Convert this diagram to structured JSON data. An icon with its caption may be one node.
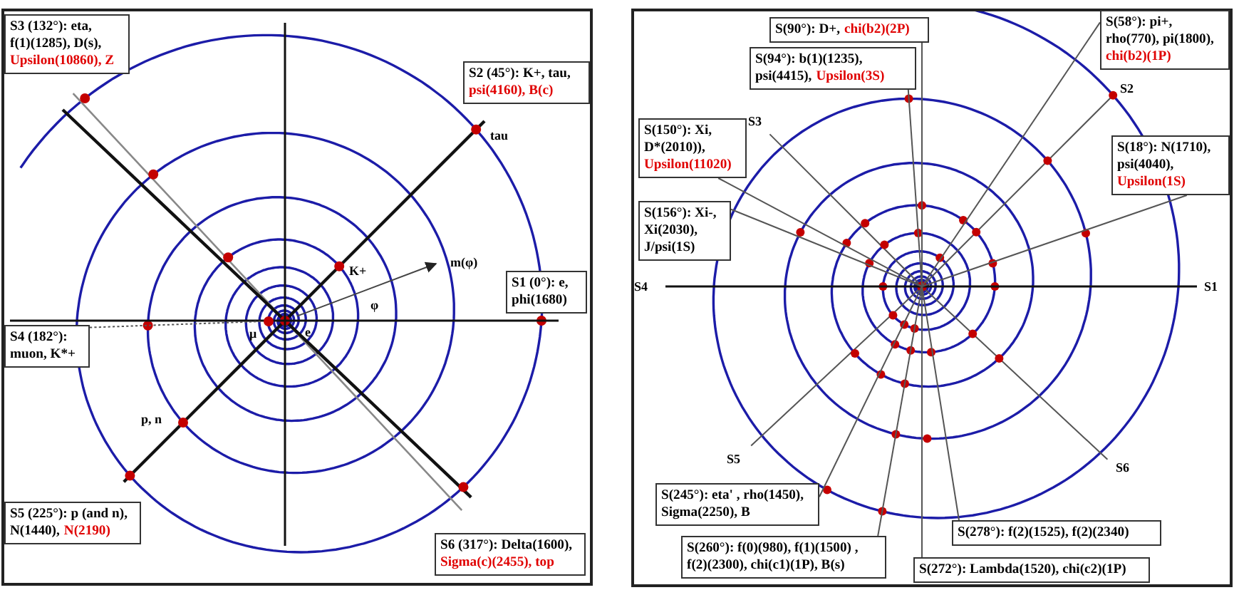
{
  "diagram": {
    "nodes": [
      {
        "text": [
          "S3 (132°): eta, f(1)(1285), D(s),",
          "Upsilon(10860), Z"
        ]
      },
      {
        "text": [
          "S2 (45°): K+, tau,",
          "psi(4160), B(c)"
        ]
      },
      {
        "text": [
          "S1 (0°): e, phi(1680)"
        ]
      },
      {
        "text": [
          "S4 (182°): muon, K*+"
        ]
      },
      {
        "text": [
          "S5 (225°): p (and n),",
          "N(1440),",
          "N(2190)"
        ]
      },
      {
        "text": [
          "S6 (317°): Delta(1600),",
          "Sigma(c)(2455), top"
        ]
      },
      {
        "text": [
          "S(90°): D+,",
          "chi(b2)(2P)"
        ]
      },
      {
        "text": [
          "S(58°): pi+, rho(770), pi(1800),",
          "chi(b2)(1P)"
        ]
      },
      {
        "text": [
          "S(94°): b(1)(1235),",
          "psi(4415),",
          "Upsilon(3S)"
        ]
      },
      {
        "text": [
          "S(150°): Xi, D*(2010)),",
          "Upsilon(11020)"
        ]
      },
      {
        "text": [
          "S(18°): N(1710), psi(4040),",
          "Upsilon(1S)"
        ]
      },
      {
        "text": [
          "S(156°): Xi-, Xi(2030), J/psi(1S)"
        ]
      },
      {
        "text": [
          "S(245°): eta' , rho(1450), Sigma(2250), B"
        ]
      },
      {
        "text": [
          "S(278°): f(2)(1525), f(2)(2340)"
        ]
      },
      {
        "text": [
          "S(260°): f(0)(980), f(1)(1500) , f(2)(2300), chi(c1)(1P), B(s)"
        ]
      },
      {
        "text": [
          "S(272°): Lambda(1520), chi(c2)(1P)"
        ]
      },
      {
        "text": [],
        "shape": "circle"
      }
    ],
    "edges": [
      {
        "from": 3,
        "to": 16,
        "arrow": "none",
        "style": "dashed"
      },
      {
        "from": 6,
        "to": null,
        "arrow": "none"
      },
      {
        "from": 7,
        "to": null,
        "arrow": "none"
      },
      {
        "from": 8,
        "to": null,
        "arrow": "none"
      },
      {
        "from": 9,
        "to": null,
        "arrow": "none"
      },
      {
        "from": 10,
        "to": null,
        "arrow": "none"
      },
      {
        "from": 11,
        "to": null,
        "arrow": "none"
      },
      {
        "from": 12,
        "to": null,
        "arrow": "none"
      },
      {
        "from": 13,
        "to": null,
        "arrow": "none"
      },
      {
        "from": 14,
        "to": null,
        "arrow": "none"
      },
      {
        "from": 15,
        "to": null,
        "arrow": "none"
      }
    ],
    "labels": [
      "tau",
      "m(φ)",
      "K+",
      "φ",
      "μ",
      "e",
      "p, n",
      "S2",
      "S3",
      "S4",
      "S1",
      "S5",
      "S6"
    ]
  }
}
